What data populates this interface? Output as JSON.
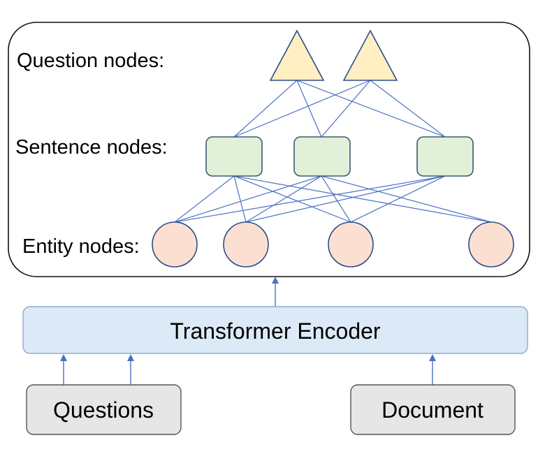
{
  "graph": {
    "question_label": "Question nodes:",
    "sentence_label": "Sentence nodes:",
    "entity_label": "Entity nodes:"
  },
  "encoder": {
    "label": "Transformer Encoder"
  },
  "inputs": {
    "questions_label": "Questions",
    "document_label": "Document"
  },
  "colors": {
    "question_fill": "#ffefc2",
    "question_stroke": "#2f4d8a",
    "sentence_fill": "#e2f0d9",
    "sentence_stroke": "#3a5a70",
    "entity_fill": "#fbe0d2",
    "entity_stroke": "#2f4d8a",
    "edge": "#4a72c4",
    "encoder_fill": "#dce9f6",
    "encoder_stroke": "#8eaad6",
    "input_fill": "#e6e6e6",
    "input_stroke": "#555555",
    "outer_stroke": "#111111"
  }
}
